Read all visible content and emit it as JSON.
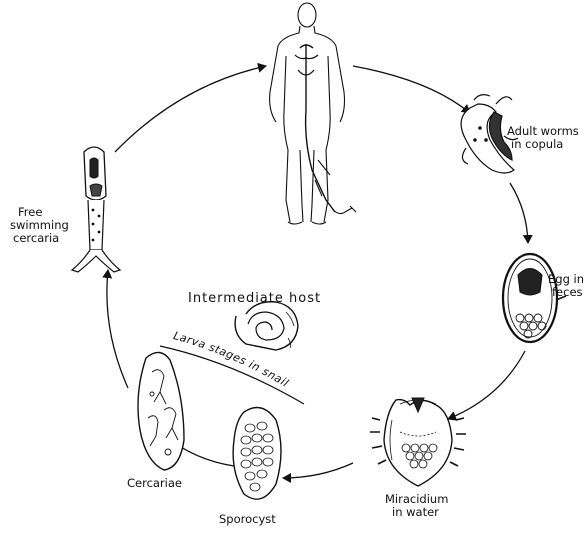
{
  "labels": {
    "adult_worms_1": "Adult worms",
    "adult_worms_2": "in copula",
    "egg_1": "Egg in",
    "egg_2": "feces",
    "miracidium_1": "Miracidium",
    "miracidium_2": "in water",
    "sporocyst": "Sporocyst",
    "cercariae": "Cercariae",
    "free_1": "Free",
    "free_2": "swimming",
    "free_3": "cercaria",
    "intermediate_host": "Intermediate host",
    "larva_stages": "Larva stages in snail"
  },
  "colors": {
    "ink": "#111111",
    "paper": "#ffffff"
  }
}
